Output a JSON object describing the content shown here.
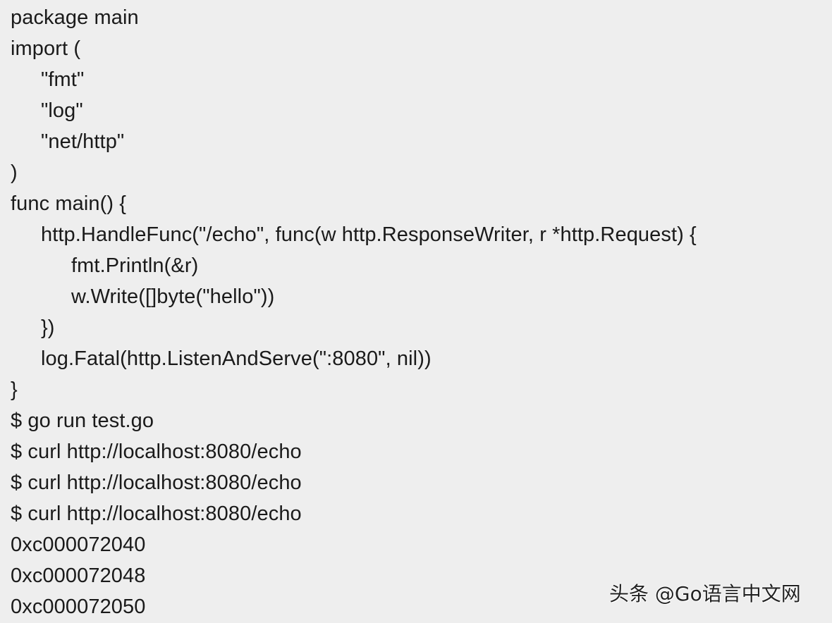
{
  "code": {
    "language": "go",
    "lines": [
      {
        "indent": 0,
        "text": "package main"
      },
      {
        "indent": 0,
        "text": "import ("
      },
      {
        "indent": 1,
        "text": "\"fmt\""
      },
      {
        "indent": 1,
        "text": "\"log\""
      },
      {
        "indent": 1,
        "text": "\"net/http\""
      },
      {
        "indent": 0,
        "text": ")"
      },
      {
        "indent": 0,
        "text": "func main() {"
      },
      {
        "indent": 1,
        "text": "http.HandleFunc(\"/echo\", func(w http.ResponseWriter, r *http.Request) {"
      },
      {
        "indent": 2,
        "text": "fmt.Println(&r)"
      },
      {
        "indent": 2,
        "text": "w.Write([]byte(\"hello\"))"
      },
      {
        "indent": 1,
        "text": "})"
      },
      {
        "indent": 1,
        "text": "log.Fatal(http.ListenAndServe(\":8080\", nil))"
      },
      {
        "indent": 0,
        "text": "}"
      }
    ]
  },
  "terminal": {
    "commands": [
      "$ go run test.go",
      "$ curl http://localhost:8080/echo",
      "$ curl http://localhost:8080/echo",
      "$ curl http://localhost:8080/echo"
    ],
    "output": [
      "0xc000072040",
      "0xc000072048",
      "0xc000072050"
    ]
  },
  "watermark": {
    "text": "头条 @Go语言中文网"
  },
  "colors": {
    "background": "#eeeeee",
    "text": "#1a1a1a"
  }
}
